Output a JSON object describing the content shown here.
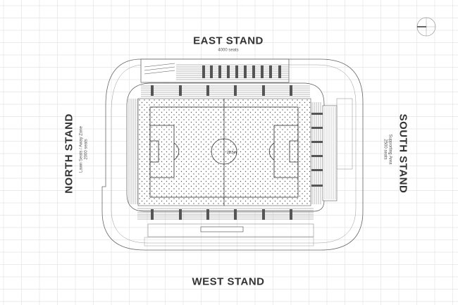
{
  "stands": {
    "east": {
      "name": "EAST STAND",
      "seats": "4000 seats"
    },
    "west": {
      "name": "WEST STAND"
    },
    "north": {
      "name": "NORTH STAND",
      "area": "Lawn Seats / Away Zone",
      "seats": "2000 seats"
    },
    "south": {
      "name": "SOUTH STAND",
      "area": "Supporting Area",
      "seats": "2500 seats"
    }
  },
  "pitch": {
    "center_mark": "28.5m"
  },
  "colors": {
    "line": "#444444",
    "grid": "#e4e4e4",
    "seat_block": "#555555",
    "text": "#333333"
  }
}
